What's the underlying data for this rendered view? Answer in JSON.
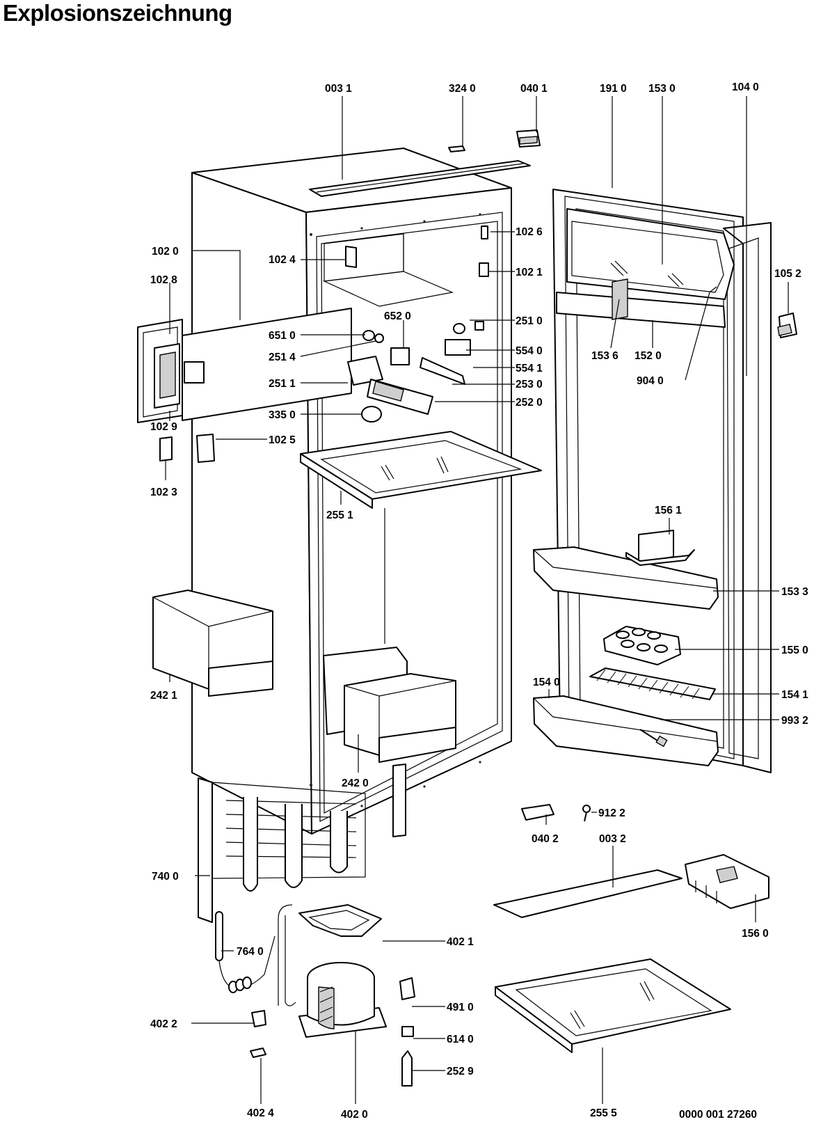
{
  "title": "Explosionszeichnung",
  "drawing_number": "0000 001 27260",
  "part_labels": {
    "p0031": "003 1",
    "p3240": "324 0",
    "p0401": "040 1",
    "p1910": "191 0",
    "p1530": "153 0",
    "p1040": "104 0",
    "p1020": "102 0",
    "p1028": "102 8",
    "p1024": "102 4",
    "p1026": "102 6",
    "p1021": "102 1",
    "p1052": "105 2",
    "p6520": "652 0",
    "p6510": "651 0",
    "p2510": "251 0",
    "p2514": "251 4",
    "p5540": "554 0",
    "p1536": "153 6",
    "p1520": "152 0",
    "p5541": "554 1",
    "p2511": "251 1",
    "p2530": "253 0",
    "p9040": "904 0",
    "p2520": "252 0",
    "p3350": "335 0",
    "p1029": "102 9",
    "p1025": "102 5",
    "p1023": "102 3",
    "p2551": "255 1",
    "p1561": "156 1",
    "p1533": "153 3",
    "p2421": "242 1",
    "p1550": "155 0",
    "p1540": "154 0",
    "p1541": "154 1",
    "p9932": "993 2",
    "p2420": "242 0",
    "p9122": "912 2",
    "p0402": "040 2",
    "p0032": "003 2",
    "p7400": "740 0",
    "p1560": "156 0",
    "p4021": "402 1",
    "p7640": "764 0",
    "p4910": "491 0",
    "p4022": "402 2",
    "p6140": "614 0",
    "p2529": "252 9",
    "p4024": "402 4",
    "p4020": "402 0",
    "p2555": "255 5"
  }
}
